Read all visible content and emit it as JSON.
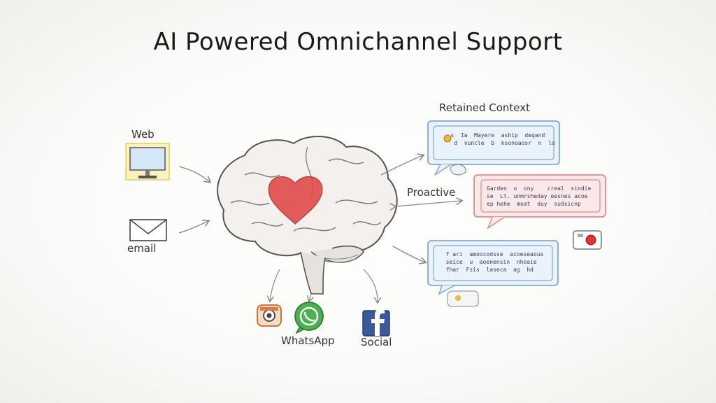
{
  "title": "AI Powered Omnichannel Support",
  "channels": {
    "web": "Web",
    "email": "email",
    "whatsapp": "WhatsApp",
    "social": "Social"
  },
  "labels": {
    "retained_context": "Retained Context",
    "proactive": "Proactive"
  },
  "colors": {
    "heart": "#e14b4b",
    "bubble_blue": "#7fa8d8",
    "bubble_red": "#e08a8a",
    "whatsapp": "#4caf50",
    "facebook": "#3b5998",
    "web_frame": "#f1d36b"
  },
  "icons": [
    "monitor-icon",
    "envelope-icon",
    "instagram-icon",
    "whatsapp-icon",
    "facebook-icon",
    "brain-icon",
    "heart-icon",
    "camera-icon"
  ]
}
